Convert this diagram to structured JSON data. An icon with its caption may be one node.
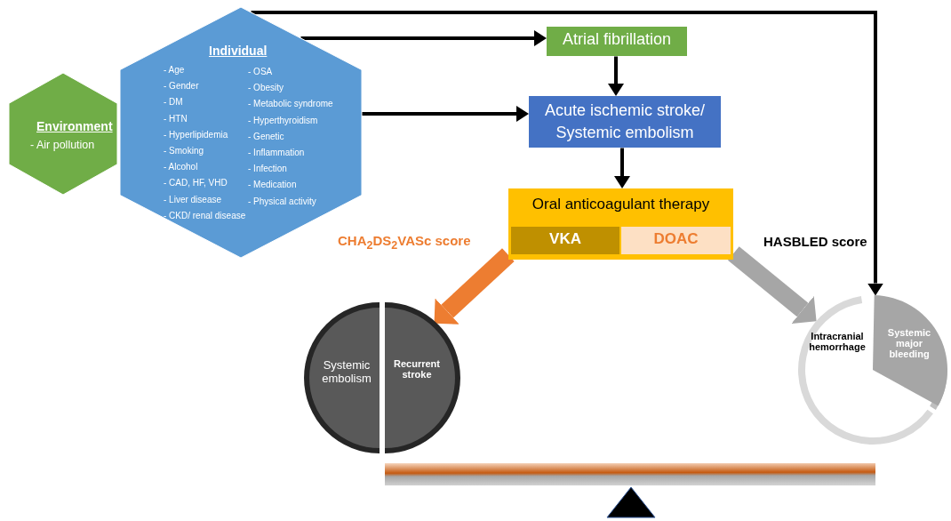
{
  "diagram": {
    "nodes": [
      {
        "text": [
          "Environment",
          "- Air pollution"
        ]
      },
      {
        "text": [
          "Individual",
          "- Age",
          "- Gender",
          "- DM",
          "- HTN",
          "- Hyperlipidemia",
          "- Smoking",
          "- Alcohol",
          "- CAD, HF, VHD",
          "- Liver disease",
          "- CKD/ renal disease",
          "- OSA",
          "- Obesity",
          "- Metabolic syndrome",
          "- Hyperthyroidism",
          "- Genetic",
          "- Inflammation",
          "- Infection",
          "- Medication",
          "- Physical activity"
        ]
      },
      {
        "text": [
          "Atrial fibrillation"
        ]
      },
      {
        "text": [
          "Acute ischemic stroke/ Systemic embolism"
        ]
      },
      {
        "text": [
          "Oral anticoagulant therapy"
        ]
      },
      {
        "text": [
          "VKA"
        ],
        "in": 4
      },
      {
        "text": [
          "DOAC"
        ],
        "in": 4
      },
      {
        "text": [
          "Systemic embolism",
          "Recurrent stroke"
        ]
      },
      {
        "text": [
          "Intracranial hemorrhage",
          "Systemic major bleeding"
        ]
      }
    ],
    "edges": [
      {
        "from": 1,
        "to": 8,
        "arrow": "to"
      },
      {
        "from": 1,
        "to": 2,
        "arrow": "to"
      },
      {
        "from": 1,
        "to": 3,
        "arrow": "to"
      },
      {
        "from": 2,
        "to": 3,
        "arrow": "to"
      },
      {
        "from": 3,
        "to": 4,
        "arrow": "to"
      },
      {
        "from": 4,
        "to": 7,
        "arrow": "to",
        "label": "CHA$_{2}$DS$_{2}$VASc score",
        "style": "thick",
        "color": "#ed7d31"
      },
      {
        "from": 4,
        "to": 8,
        "arrow": "to",
        "label": "HASBLED score",
        "style": "thick",
        "color": "#a6a6a6"
      }
    ]
  }
}
